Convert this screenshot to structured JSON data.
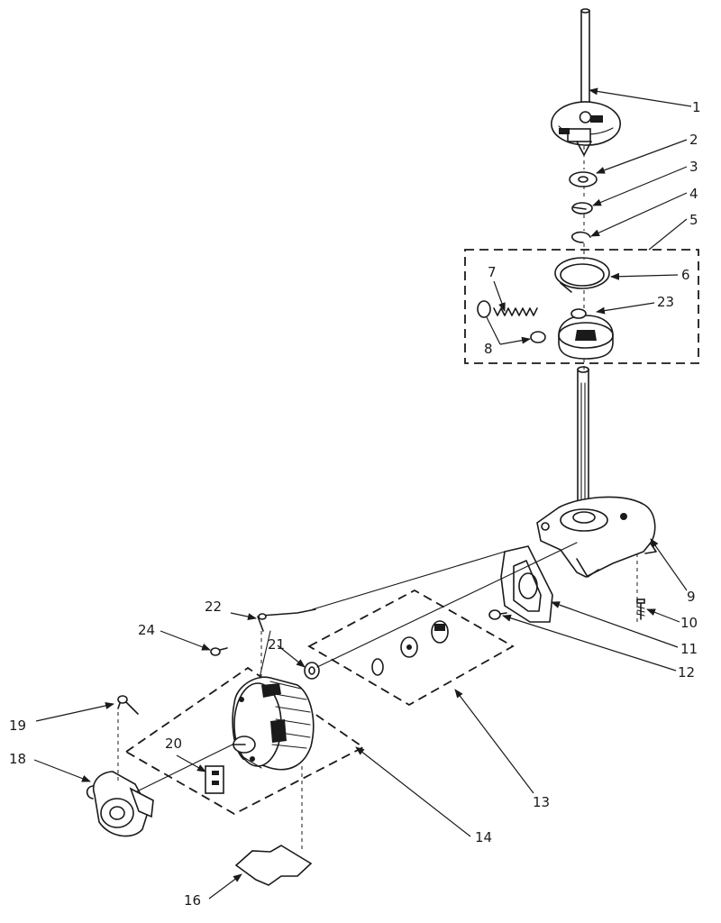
{
  "callouts": [
    {
      "id": "1",
      "label": "1"
    },
    {
      "id": "2",
      "label": "2"
    },
    {
      "id": "3",
      "label": "3"
    },
    {
      "id": "4",
      "label": "4"
    },
    {
      "id": "5",
      "label": "5"
    },
    {
      "id": "6",
      "label": "6"
    },
    {
      "id": "7",
      "label": "7"
    },
    {
      "id": "8",
      "label": "8"
    },
    {
      "id": "9",
      "label": "9"
    },
    {
      "id": "10",
      "label": "10"
    },
    {
      "id": "11",
      "label": "11"
    },
    {
      "id": "12",
      "label": "12"
    },
    {
      "id": "13",
      "label": "13"
    },
    {
      "id": "14",
      "label": "14"
    },
    {
      "id": "16",
      "label": "16"
    },
    {
      "id": "18",
      "label": "18"
    },
    {
      "id": "19",
      "label": "19"
    },
    {
      "id": "20",
      "label": "20"
    },
    {
      "id": "21",
      "label": "21"
    },
    {
      "id": "22",
      "label": "22"
    },
    {
      "id": "23",
      "label": "23"
    },
    {
      "id": "24",
      "label": "24"
    }
  ],
  "colors": {
    "ink": "#1a1a1a",
    "background": "#ffffff"
  }
}
